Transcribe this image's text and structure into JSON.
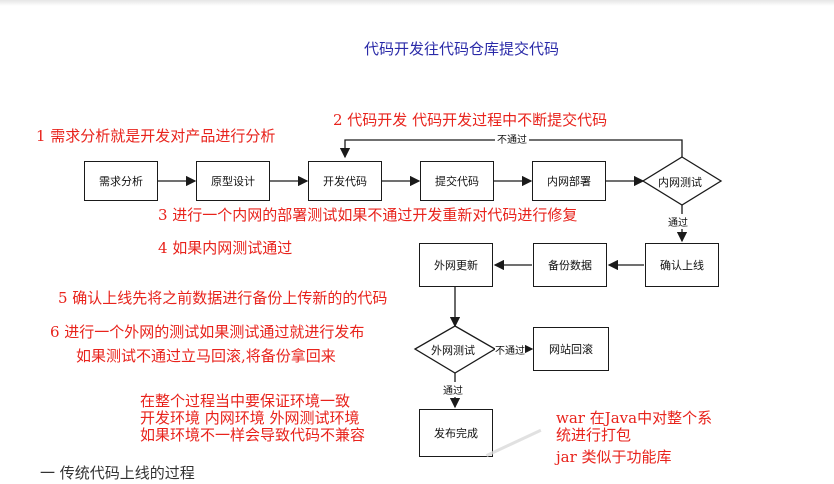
{
  "title": "代码开发往代码仓库提交代码",
  "notes": {
    "n1": "1  需求分析就是开发对产品进行分析",
    "n2": "2  代码开发    代码开发过程中不断提交代码",
    "n3": "3  进行一个内网的部署测试如果不通过开发重新对代码进行修复",
    "n4": "4  如果内网测试通过",
    "n5": "5 确认上线先将之前数据进行备份上传新的的代码",
    "n6a": "6  进行一个外网的测试如果测试通过就进行发布",
    "n6b": "如果测试不通过立马回滚,将备份拿回来",
    "env1": "在整个过程当中要保证环境一致",
    "env2": "开发环境  内网环境  外网测试环境",
    "env3": "如果环境不一样会导致代码不兼容",
    "war1": "war  在Java中对整个系",
    "war2": "统进行打包",
    "jar": "jar  类似于功能库"
  },
  "flow": {
    "nodes": {
      "requirements": "需求分析",
      "prototype": "原型设计",
      "develop": "开发代码",
      "commit": "提交代码",
      "intranet_deploy": "内网部署",
      "intranet_test": "内网测试",
      "confirm": "确认上线",
      "backup": "备份数据",
      "external_update": "外网更新",
      "external_test": "外网测试",
      "rollback": "网站回滚",
      "publish": "发布完成"
    },
    "edge_labels": {
      "fail_top": "不通过",
      "pass_intranet": "通过",
      "fail_external": "不通过",
      "pass_external": "通过"
    }
  },
  "bottom_text": "一 传统代码上线的过程"
}
